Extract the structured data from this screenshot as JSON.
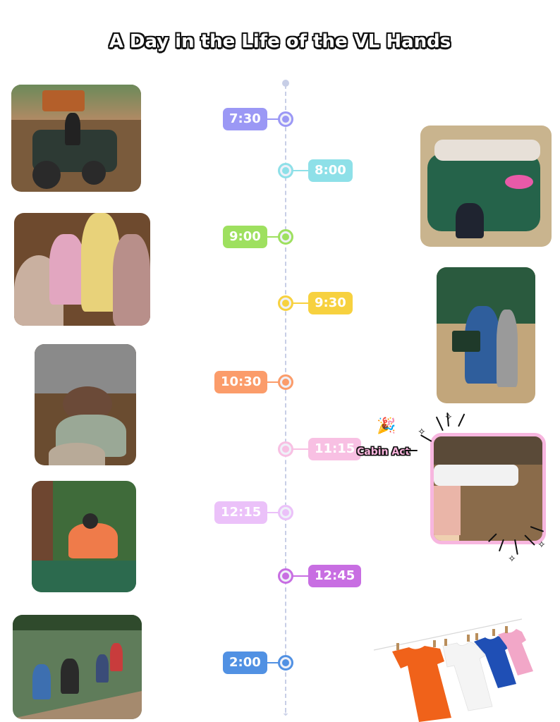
{
  "title": "A Day in the Life of the VL Hands",
  "timeline": [
    {
      "time": "7:30",
      "color": "#9b98f5",
      "side": "left",
      "photo": "counselor-on-atv"
    },
    {
      "time": "8:00",
      "color": "#8ee0e8",
      "side": "right",
      "photo": "group-meal-at-table"
    },
    {
      "time": "9:00",
      "color": "#9ee05f",
      "side": "left",
      "photo": "staff-group-selfie"
    },
    {
      "time": "9:30",
      "color": "#f7d13f",
      "side": "right",
      "photo": "activity-signup-costume"
    },
    {
      "time": "10:30",
      "color": "#fb9c6a",
      "side": "left",
      "photo": "office-desk"
    },
    {
      "time": "11:15",
      "color": "#f8c0e3",
      "side": "right",
      "photo": "cabin-act-selfie"
    },
    {
      "time": "12:15",
      "color": "#ebc1f9",
      "side": "left",
      "photo": "lunch-at-picnic-table"
    },
    {
      "time": "12:45",
      "color": "#c86ee2",
      "side": "right",
      "photo": "none"
    },
    {
      "time": "2:00",
      "color": "#5191e3",
      "side": "left",
      "photo": "lake-dock-jump"
    }
  ],
  "callout": {
    "label": "Cabin Act",
    "icon": "party-popper-icon",
    "frame_color": "#f7b6df"
  },
  "decoration": {
    "name": "laundry-clothesline",
    "shirt_colors": [
      "#f0621a",
      "#f4f4f4",
      "#1f4fb5",
      "#f2a7c8"
    ]
  }
}
